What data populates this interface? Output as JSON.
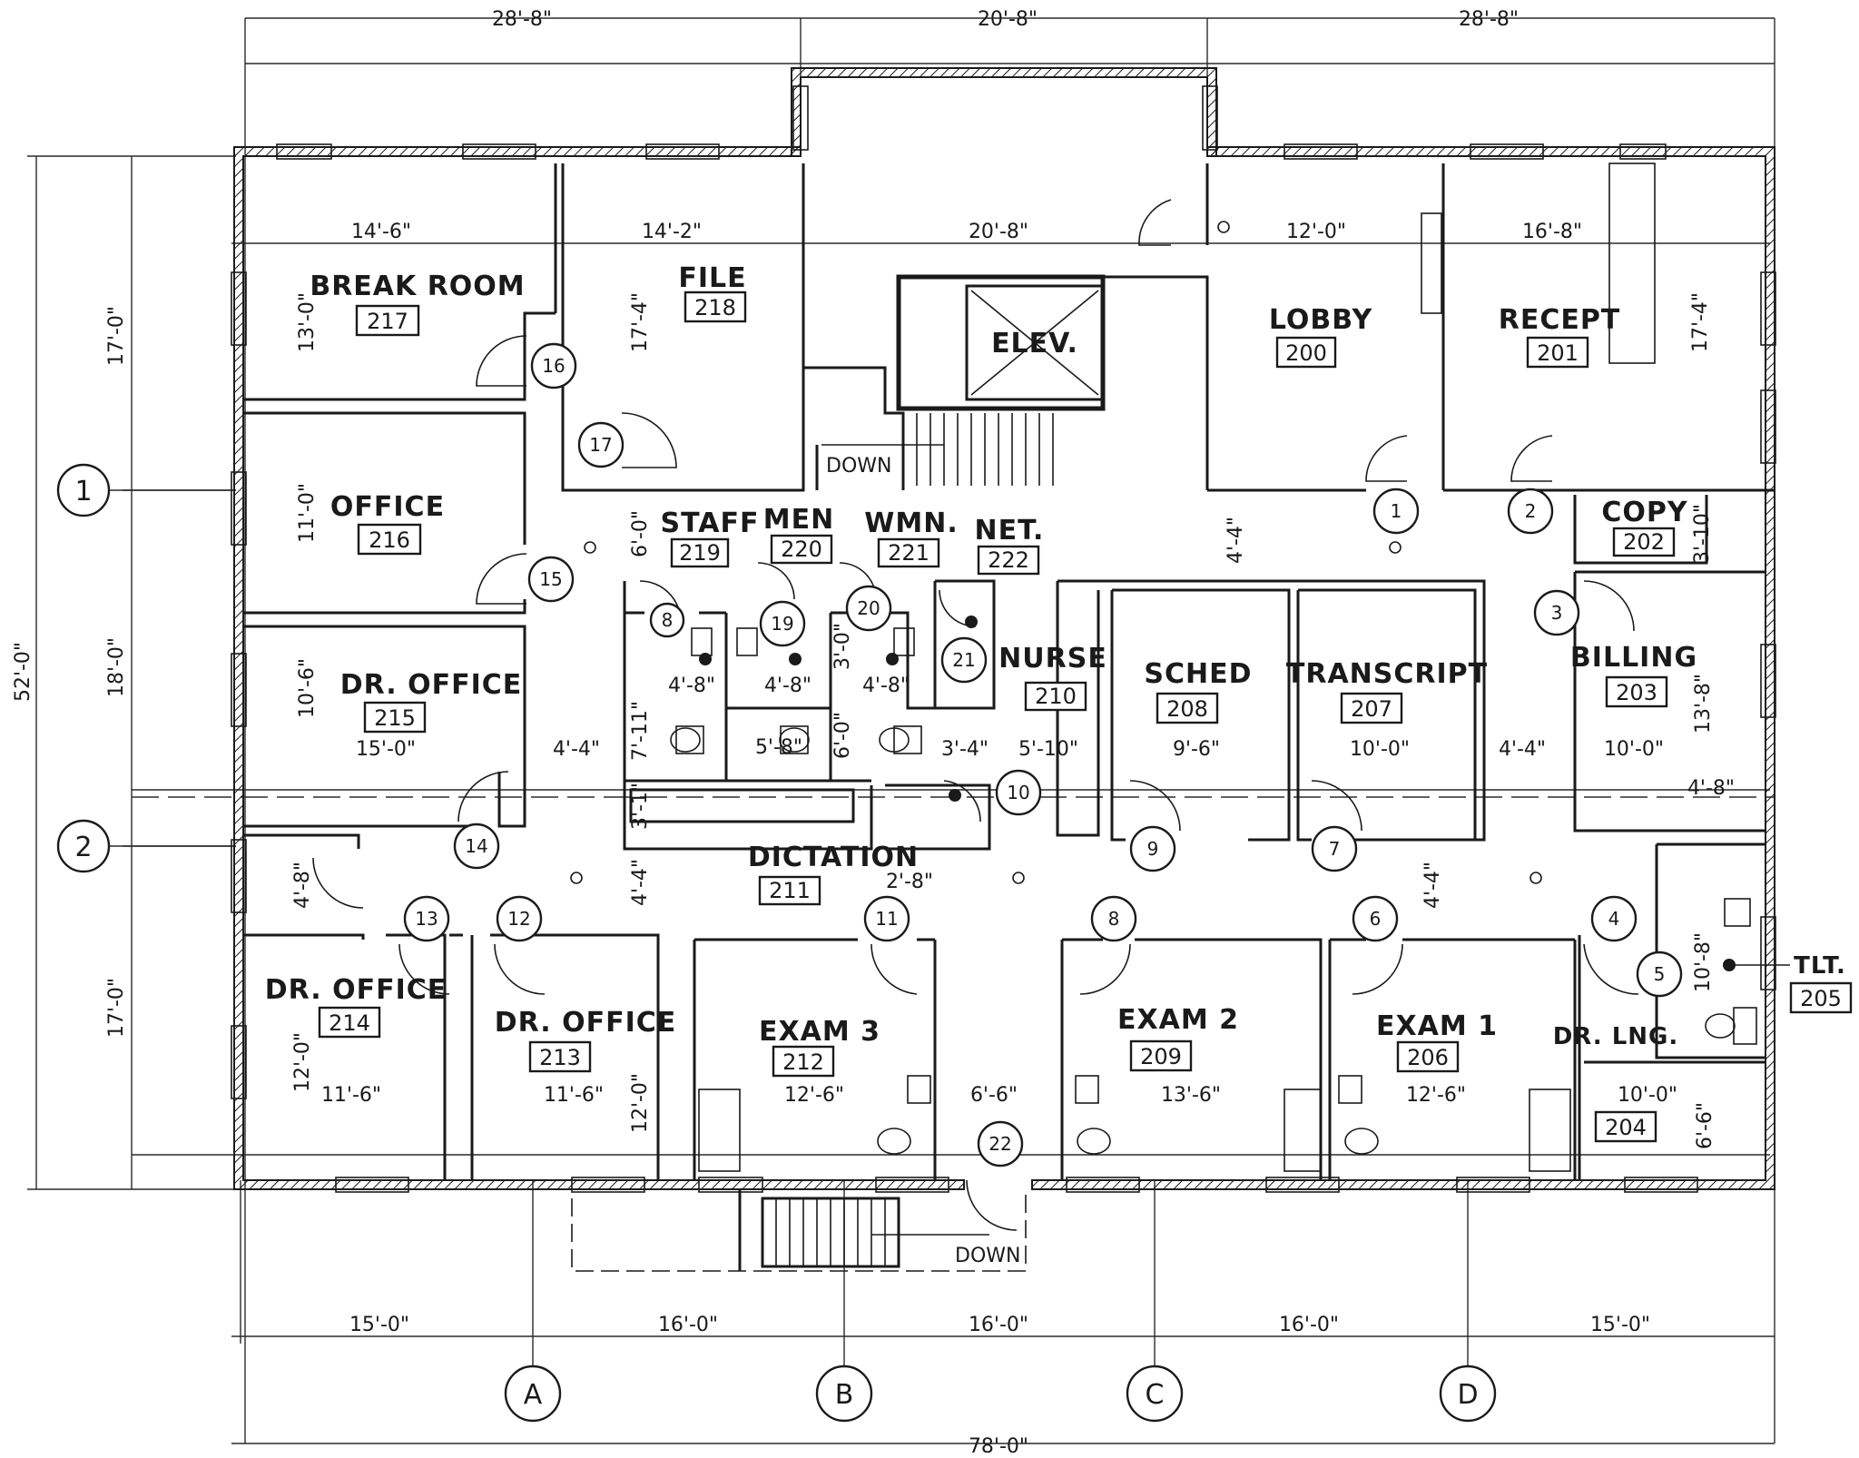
{
  "top_dimensions": [
    "28'-8\"",
    "20'-8\"",
    "28'-8\""
  ],
  "left_dimensions": {
    "overall": "52'-0\"",
    "upper": "17'-0\"",
    "middle": "18'-0\"",
    "lower": "17'-0\""
  },
  "bottom_dimensions": [
    "15'-0\"",
    "16'-0\"",
    "16'-0\"",
    "16'-0\"",
    "15'-0\""
  ],
  "overall_width": "78'-0\"",
  "grid_rows": [
    "1",
    "2"
  ],
  "grid_columns": [
    "A",
    "B",
    "C",
    "D"
  ],
  "rooms": [
    {
      "name": "BREAK ROOM",
      "number": "217",
      "width": "14'-6\"",
      "depth": "13'-0\""
    },
    {
      "name": "FILE",
      "number": "218",
      "width": "14'-2\"",
      "depth": "17'-4\""
    },
    {
      "name": "ELEV.",
      "width": "20'-8\""
    },
    {
      "name": "LOBBY",
      "number": "200",
      "width": "12'-0\""
    },
    {
      "name": "RECEPT",
      "number": "201",
      "width": "16'-8\"",
      "depth": "17'-4\""
    },
    {
      "name": "OFFICE",
      "number": "216",
      "depth": "11'-0\""
    },
    {
      "name": "STAFF",
      "number": "219"
    },
    {
      "name": "MEN",
      "number": "220"
    },
    {
      "name": "WMN.",
      "number": "221"
    },
    {
      "name": "NET.",
      "number": "222"
    },
    {
      "name": "COPY",
      "number": "202",
      "depth": "3'-10\""
    },
    {
      "name": "DR. OFFICE",
      "number": "215",
      "width": "15'-0\"",
      "depth": "10'-6\""
    },
    {
      "name": "NURSE",
      "number": "210",
      "width": "5'-10\""
    },
    {
      "name": "SCHED",
      "number": "208",
      "width": "9'-6\""
    },
    {
      "name": "TRANSCRIPT",
      "number": "207",
      "width": "10'-0\""
    },
    {
      "name": "BILLING",
      "number": "203",
      "width": "10'-0\"",
      "depth": "13'-8\""
    },
    {
      "name": "DICTATION",
      "number": "211",
      "width": "2'-8\""
    },
    {
      "name": "DR. OFFICE",
      "number": "214",
      "width": "11'-6\"",
      "depth": "12'-0\""
    },
    {
      "name": "DR. OFFICE",
      "number": "213",
      "width": "11'-6\"",
      "depth": "12'-0\""
    },
    {
      "name": "EXAM 3",
      "number": "212",
      "width": "12'-6\""
    },
    {
      "name": "EXAM 2",
      "number": "209",
      "width": "13'-6\""
    },
    {
      "name": "EXAM 1",
      "number": "206",
      "width": "12'-6\""
    },
    {
      "name": "DR. LNG.",
      "number": "204",
      "width": "10'-0\"",
      "depth": "6'-6\""
    },
    {
      "name": "TLT.",
      "number": "205",
      "depth": "10'-8\""
    }
  ],
  "other_dimensions": {
    "corridor_upper": "4'-4\"",
    "corridor_left": "4'-4\"",
    "corridor_right": "4'-4\"",
    "corridor_lower_left": "4'-4\"",
    "corridor_lower_right": "4'-4\"",
    "staff_depth": "6'-0\"",
    "stall_1": "4'-8\"",
    "stall_2": "4'-8\"",
    "stall_3": "4'-8\"",
    "stall_depth": "7'-11\"",
    "men_lower": "5'-8\"",
    "wmn_upper": "3'-0\"",
    "wmn_lower": "6'-0\"",
    "net_width": "3'-4\"",
    "dictation_depth": "3'-1\"",
    "tlt_width": "4'-8\"",
    "dr214_side": "4'-8\"",
    "corridor_center": "6'-6\""
  },
  "door_numbers": [
    "1",
    "2",
    "3",
    "4",
    "5",
    "6",
    "7",
    "8",
    "9",
    "10",
    "11",
    "12",
    "13",
    "14",
    "15",
    "16",
    "17",
    "19",
    "20",
    "21",
    "22"
  ],
  "door8_small": "8",
  "stair_labels": [
    "DOWN",
    "DOWN"
  ]
}
